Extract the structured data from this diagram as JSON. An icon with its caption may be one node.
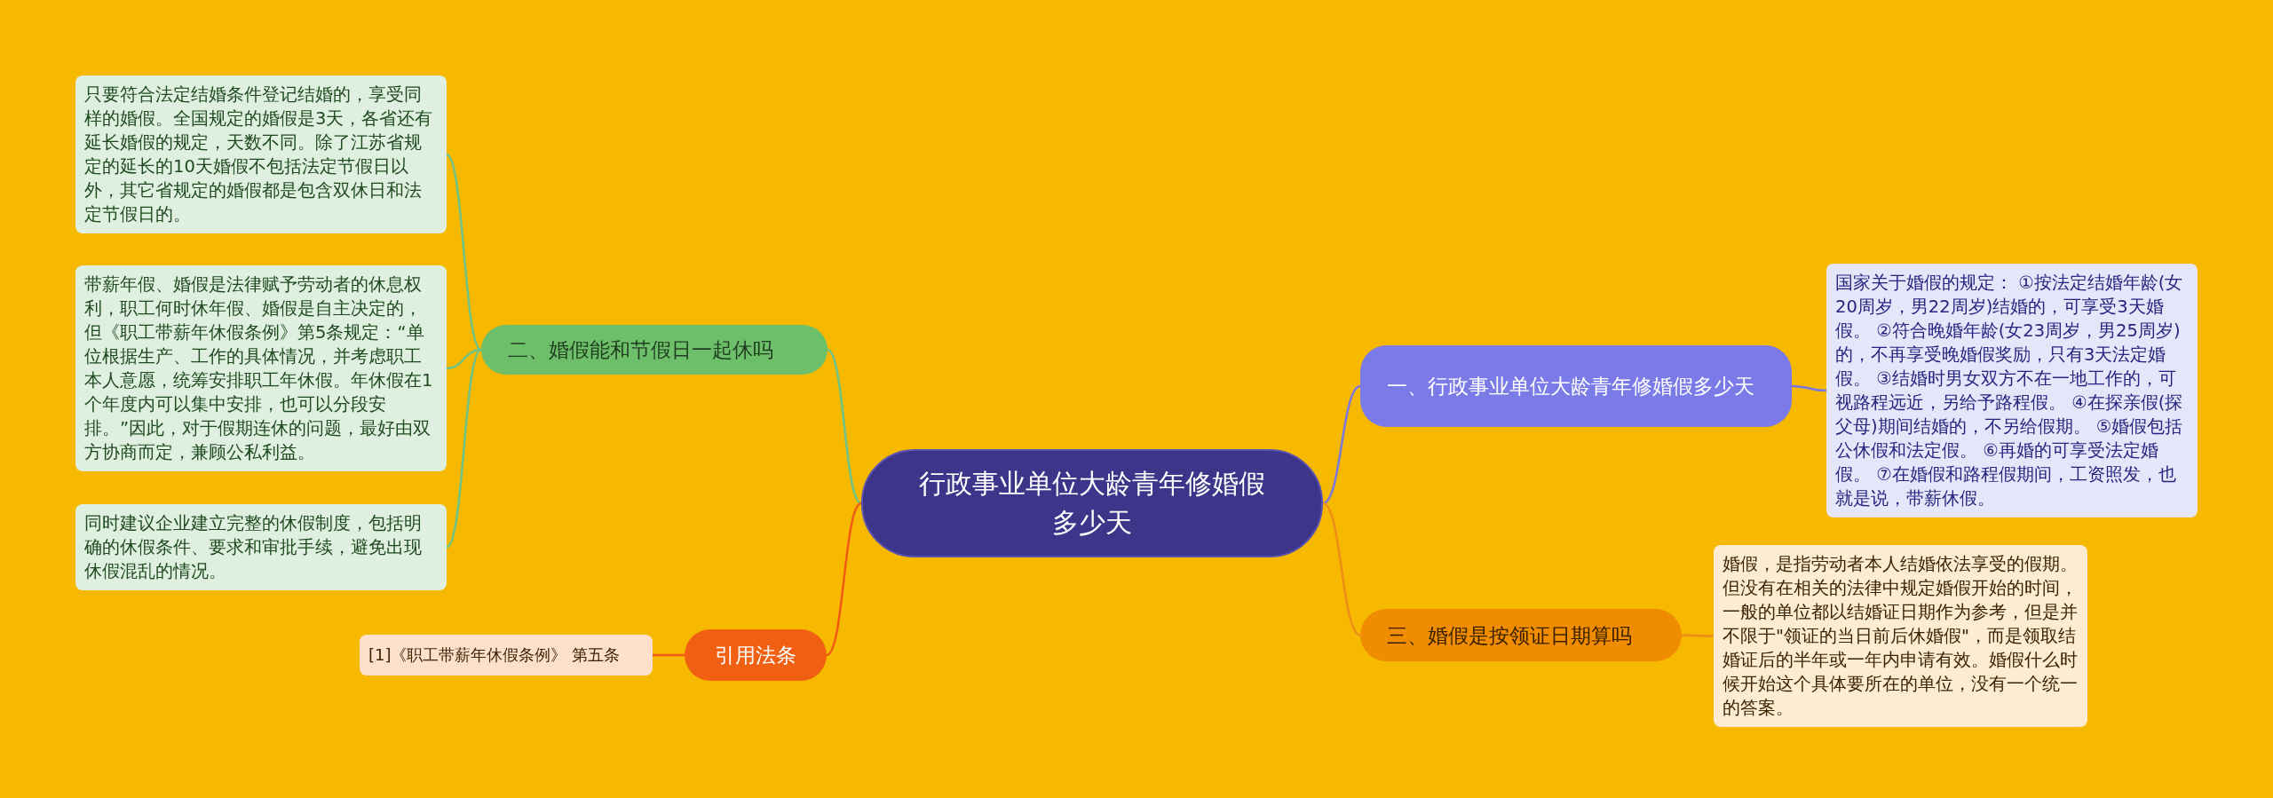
{
  "diagram": {
    "nodes": [
      {
        "text": [
          "行政事业单位大龄青年修婚假多少天"
        ]
      },
      {
        "text": [
          "一、行政事业单位大龄青年修婚假多少天"
        ]
      },
      {
        "text": [
          "国家关于婚假的规定： ①按法定结婚年龄(女20周岁，男22周岁)结婚的，可享受3天婚假。 ②符合晚婚年龄(女23周岁，男25周岁)的，不再享受晚婚假奖励，只有3天法定婚假。 ③结婚时男女双方不在一地工作的，可视路程远近，另给予路程假。 ④在探亲假(探父母)期间结婚的，不另给假期。 ⑤婚假包括公休假和法定假。 ⑥再婚的可享受法定婚假。 ⑦在婚假和路程假期间，工资照发，也就是说，带薪休假。"
        ]
      },
      {
        "text": [
          "二、婚假能和节假日一起休吗"
        ]
      },
      {
        "text": [
          "只要符合法定结婚条件登记结婚的，享受同样的婚假。全国规定的婚假是3天，各省还有延长婚假的规定，天数不同。除了江苏省规定的延长的10天婚假不包括法定节假日以外，其它省规定的婚假都是包含双休日和法定节假日的。"
        ]
      },
      {
        "text": [
          "带薪年假、婚假是法律赋予劳动者的休息权利，职工何时休年假、婚假是自主决定的，但《职工带薪年休假条例》第5条规定：“单位根据生产、工作的具体情况，并考虑职工本人意愿，统筹安排职工年休假。年休假在1个年度内可以集中安排，也可以分段安排。”因此，对于假期连休的问题，最好由双方协商而定，兼顾公私利益。"
        ]
      },
      {
        "text": [
          "同时建议企业建立完整的休假制度，包括明确的休假条件、要求和审批手续，避免出现休假混乱的情况。"
        ]
      },
      {
        "text": [
          "三、婚假是按领证日期算吗"
        ]
      },
      {
        "text": [
          "婚假，是指劳动者本人结婚依法享受的假期。但没有在相关的法律中规定婚假开始的时间，一般的单位都以结婚证日期作为参考，但是并不限于\"领证的当日前后休婚假\"，而是领取结婚证后的半年或一年内申请有效。婚假什么时候开始这个具体要所在的单位，没有一个统一的答案。"
        ]
      },
      {
        "text": [
          "引用法条"
        ]
      },
      {
        "text": [
          "[1]《职工带薪年休假条例》 第五条"
        ]
      }
    ],
    "edges": [
      {
        "from": 0,
        "to": 1,
        "arrow": "none",
        "color": "#7b78e0"
      },
      {
        "from": 1,
        "to": 2,
        "arrow": "none",
        "color": "#7b78e0"
      },
      {
        "from": 0,
        "to": 3,
        "arrow": "none",
        "color": "#6dc38a"
      },
      {
        "from": 3,
        "to": 4,
        "arrow": "none",
        "color": "#6dc38a"
      },
      {
        "from": 3,
        "to": 5,
        "arrow": "none",
        "color": "#6dc38a"
      },
      {
        "from": 3,
        "to": 6,
        "arrow": "none",
        "color": "#6dc38a"
      },
      {
        "from": 0,
        "to": 7,
        "arrow": "none",
        "color": "#f08c1a"
      },
      {
        "from": 7,
        "to": 8,
        "arrow": "none",
        "color": "#f08c1a"
      },
      {
        "from": 0,
        "to": 9,
        "arrow": "none",
        "color": "#f05a14"
      },
      {
        "from": 9,
        "to": 10,
        "arrow": "none",
        "color": "#f05a14"
      }
    ]
  }
}
